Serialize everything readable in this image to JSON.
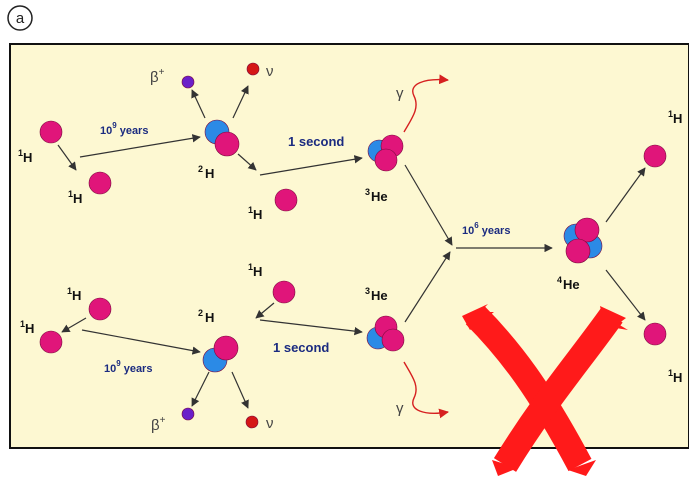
{
  "panel_label": "a",
  "colors": {
    "panel_bg": "#fdf8d2",
    "panel_border": "#111111",
    "proton": "#e0157a",
    "neutron": "#2b8ae6",
    "positron": "#6a1fc9",
    "neutrino": "#d51616",
    "photon": "#d62020",
    "arrow": "#333333",
    "label_text": "#111111",
    "years_text": "#1b2b80",
    "second_text": "#1b2b80",
    "greek_text": "#444444",
    "cross": "#ff1a1a"
  },
  "labels": {
    "h1_top_a": "H",
    "h1_top_b": "H",
    "h1_top_c": "H",
    "h2_top": "H",
    "he3_top": "He",
    "he4": "He",
    "h1_right_top": "H",
    "h1_right_bottom": "H",
    "h1_bot_a": "H",
    "h1_bot_b": "H",
    "h1_bot_c": "H",
    "h2_bot": "H",
    "he3_bot": "He",
    "mass_1": "1",
    "mass_2": "2",
    "mass_3": "3",
    "mass_4": "4"
  },
  "reactions": {
    "pp_top": {
      "time_base": "10",
      "time_exp": "9",
      "time_unit": "years"
    },
    "pp_bot": {
      "time_base": "10",
      "time_exp": "9",
      "time_unit": "years"
    },
    "dp_top": {
      "time": "1 second"
    },
    "dp_bot": {
      "time": "1 second"
    },
    "he3he3": {
      "time_base": "10",
      "time_exp": "6",
      "time_unit": "years"
    }
  },
  "particles": {
    "beta": "β",
    "beta_charge": "+",
    "nu": "ν",
    "gamma": "γ"
  }
}
